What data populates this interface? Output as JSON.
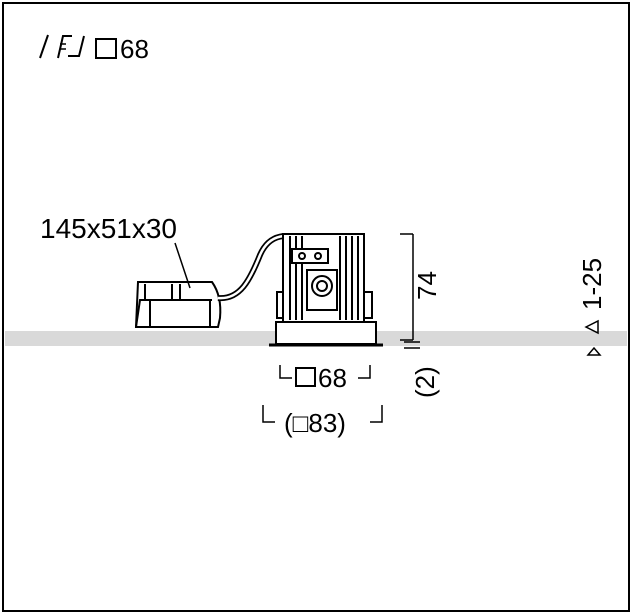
{
  "header": {
    "cutout_label": "□ 68"
  },
  "dimensions": {
    "ballast_size": "145x51x30",
    "height": "74",
    "bezel": "(2)",
    "ceiling_thickness": "1-25",
    "body_width": "□68",
    "flange_width": "(□83)"
  },
  "icons": {
    "cutout_icon": "ceiling-cutout-icon",
    "triangle_icon": "thickness-arrow-icon"
  },
  "colors": {
    "line": "#000000",
    "ceiling_band": "#d9d9d9",
    "background": "#ffffff"
  }
}
